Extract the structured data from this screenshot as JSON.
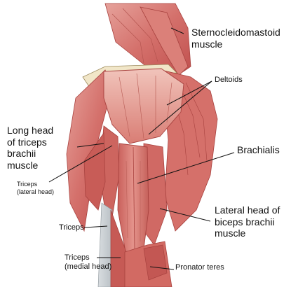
{
  "labels": {
    "sternocleidomastoid": "Sternocleidomastoid\nmuscle",
    "deltoids": "Deltoids",
    "long_head": "Long head\nof triceps\nbrachii\nmuscle",
    "brachialis": "Brachialis",
    "triceps_lateral": "Triceps\n(lateral head)",
    "lateral_head_biceps": "Lateral head of\nbiceps brachii\nmuscle",
    "triceps": "Triceps",
    "triceps_medial": "Triceps\n(medial head)",
    "pronator_teres": "Pronator teres"
  }
}
